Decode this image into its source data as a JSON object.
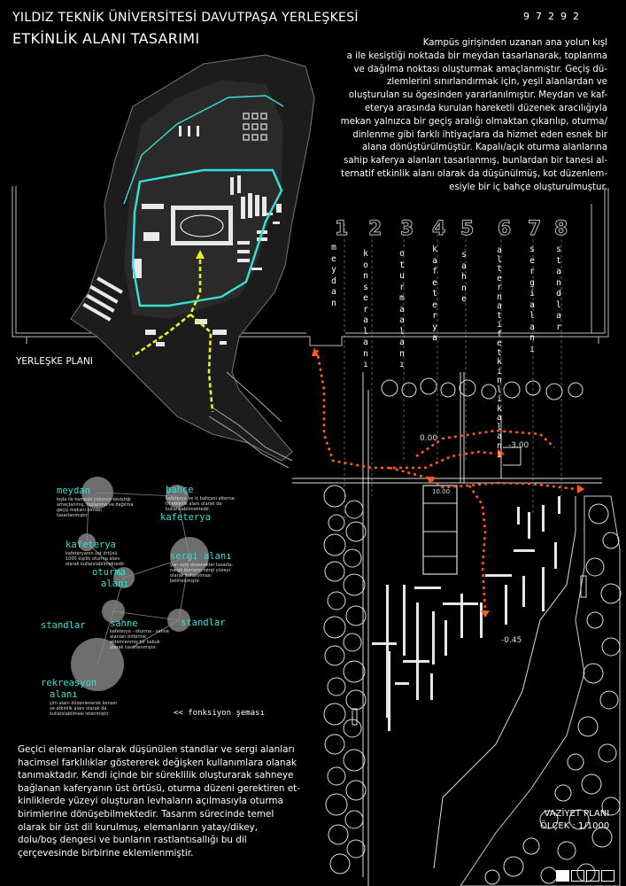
{
  "header": {
    "university": "YILDIZ TEKNİK ÜNİVERSİTESİ DAVUTPAŞA YERLEŞKESİ",
    "title": "ETKİNLİK ALANI TASARIMI",
    "code": "97292"
  },
  "intro_lines": [
    "Kampüs girişinden uzanan ana yolun kışl",
    "a ile kesiştiği noktada bir meydan tasarlanarak, toplanma",
    "ve dağılma noktası oluşturmak amaçlanmıştır. Geçiş dü-",
    "zlemlerini sınırlandırmak için, yeşil alanlardan ve",
    "oluşturulan su ögesinden yararlanılmıştır. Meydan ve kaf-",
    "eterya arasında kurulan hareketli düzenek aracılığıyla",
    "mekan yalnızca bir geçiş aralığı olmaktan çıkarılıp, oturma/",
    "dinlenme gibi farklı ihtiyaçlara da hizmet eden esnek bir",
    "alana dönüştürülmüştür. Kapalı/açık oturma alanlarına",
    "sahip kaferya alanları tasarlanmış, bunlardan bir tanesi al-",
    "ternatif etkinlik alanı olarak da düşünülmüş, kot düzenlem-",
    "esiyle bir iç bahçe oluşturulmuştur."
  ],
  "campus_label": "YERLEŞKE PLANI",
  "zones": [
    {
      "num": "1",
      "label": "meydan"
    },
    {
      "num": "2",
      "label": "konser alanı"
    },
    {
      "num": "3",
      "label": "oturma alanı"
    },
    {
      "num": "4",
      "label": "kafeterya"
    },
    {
      "num": "5",
      "label": "sahne"
    },
    {
      "num": "6",
      "label": "alternatif etkinlik alanı"
    },
    {
      "num": "7",
      "label": "sergi alanı"
    },
    {
      "num": "8",
      "label": "standlar"
    }
  ],
  "levels": {
    "l1": "0.00",
    "l2": "-3.00",
    "l3": "10.00",
    "l4": "-0.45"
  },
  "functions": [
    {
      "title": "meydan",
      "desc": [
        "kışla ile kampüs yolunun kesiştiği",
        "amaçlanmış, toplanma ve dağılma",
        "geçiş mekanı olması",
        "tasarlanmıştır"
      ]
    },
    {
      "title": "bahçe",
      "desc": [
        "kafeterya ve iç bahçesi alterna-",
        "tif etkinlik alanı olarak da",
        "kullanılabilmektedir."
      ]
    },
    {
      "title": "kafeterya",
      "desc": []
    },
    {
      "title": "kafeterya",
      "desc": [
        "kafeteryanın üst örtüsü",
        "1000 kişilik oturma alanı",
        "olarak kullanılabilmektedir."
      ]
    },
    {
      "title": "oturma",
      "desc": []
    },
    {
      "title": "alanı",
      "desc": []
    },
    {
      "title": "sergi alanı",
      "desc": [
        "yarı açık düzenekler tasarla-",
        "narak bunların sergi yüzeyi",
        "olarak kullanılması",
        "belirlenmiştir."
      ]
    },
    {
      "title": "standlar",
      "desc": []
    },
    {
      "title": "sahne",
      "desc": [
        "kafeterya - oturma - sahne",
        "alanları birbirine",
        "eklemlenmiş bir kabuk",
        "olarak tasarlanmıştır."
      ]
    },
    {
      "title": "standlar",
      "desc": []
    },
    {
      "title": "rekreasyon",
      "desc": []
    },
    {
      "title": "alanı",
      "desc": [
        "çim alanı düzenlenerek konser",
        "ve etkinlik alanı olarak da",
        "kullanılabilmesi istenmiştir."
      ]
    }
  ],
  "fonksiyon_label": "<< fonksiyon şeması",
  "outro_lines": [
    "Geçici elemanlar olarak düşünülen standlar ve sergi alanları",
    "hacimsel farklılıklar göstererek değişken kullanımlara olanak",
    "tanımaktadır. Kendi içinde bir süreklilik oluşturarak sahneye",
    "bağlanan kaferyanın üst örtüsü, oturma düzeni gerektiren et-",
    "kinliklerde yüzeyi oluşturan levhaların açılmasıyla oturma",
    "birimlerine dönüşebilmektedir. Tasarım sürecinde temel",
    "olarak bir üst dil kurulmuş, elemanların yatay/dikey,",
    "dolu/boş dengesi ve bunların rastlantısallığı bu dil",
    "çerçevesinde birbirine eklemlenmiştir."
  ],
  "site_plan": {
    "title": "VAZİYET PLANI",
    "scale": "ÖLÇEK : 1/1000"
  },
  "colors": {
    "accent": "#35e0d4",
    "path": "#ff5a1f",
    "route": "#e8f028"
  }
}
